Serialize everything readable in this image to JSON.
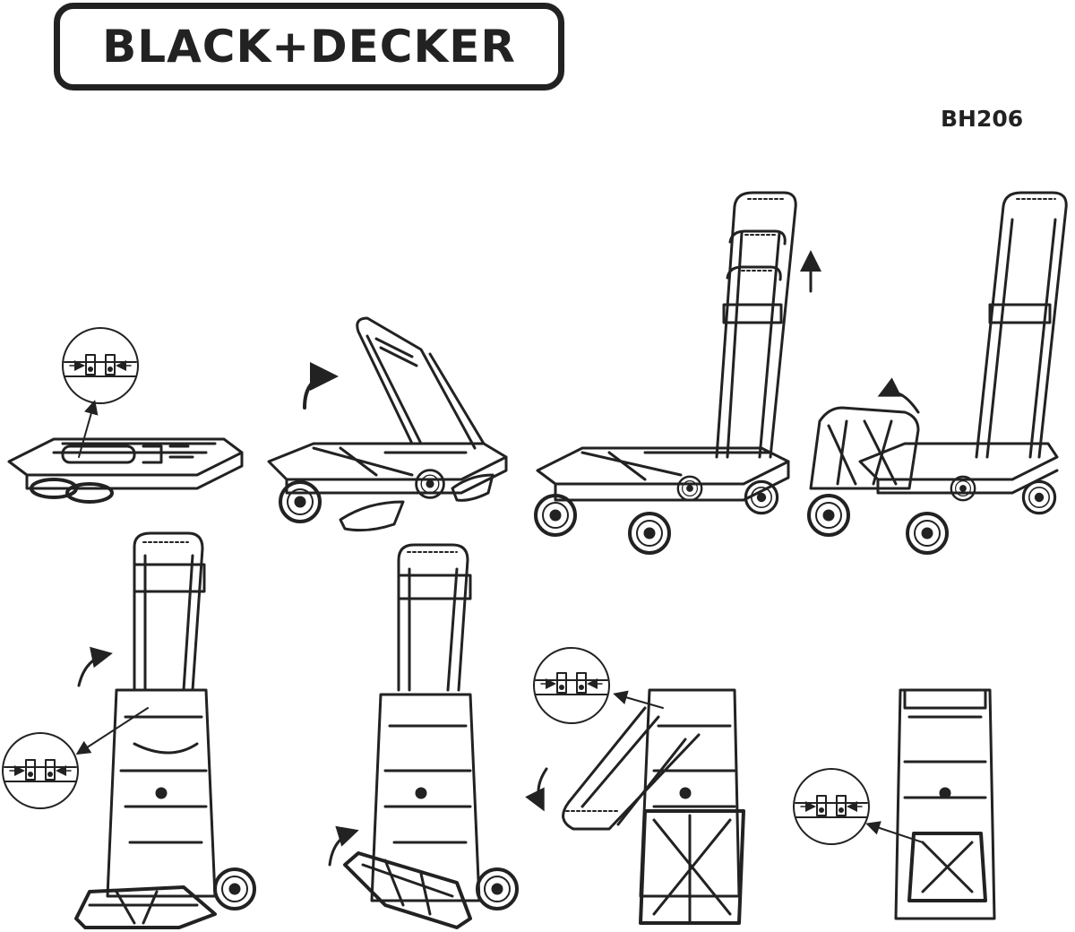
{
  "brand": {
    "logo_text": "BLACK+DECKER"
  },
  "model": {
    "number": "BH206"
  },
  "steps": [
    {
      "id": 1,
      "content": "folded-cart-with-lock-detail"
    },
    {
      "id": 2,
      "content": "handle-raised"
    },
    {
      "id": 3,
      "content": "handle-extended-up"
    },
    {
      "id": 4,
      "content": "rear-platform-flipped"
    },
    {
      "id": 5,
      "content": "hand-truck-upright-lock-detail"
    },
    {
      "id": 6,
      "content": "platform-folded-up"
    },
    {
      "id": 7,
      "content": "handle-folded-down-lock-detail"
    },
    {
      "id": 8,
      "content": "fully-folded-lock-detail"
    }
  ],
  "colors": {
    "line": "#222222",
    "background": "#ffffff"
  }
}
